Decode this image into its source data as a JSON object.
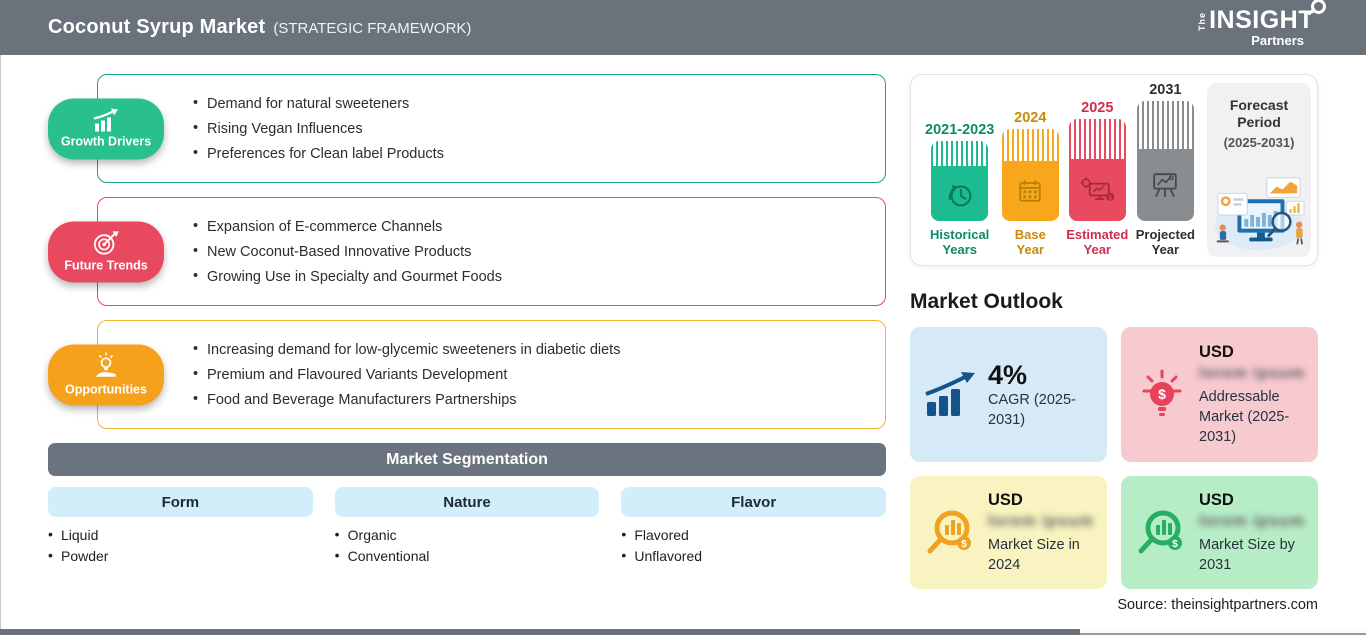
{
  "header": {
    "title": "Coconut Syrup Market",
    "subtitle": "(STRATEGIC FRAMEWORK)",
    "bg_color": "#6a737b",
    "logo": {
      "the": "The",
      "insight": "INSIGHT",
      "partners": "Partners"
    }
  },
  "framework": {
    "sections": [
      {
        "label": "Growth Drivers",
        "icon": "growth-chart-icon",
        "badge_color": "#2abf8e",
        "border_color": "#1aa58a",
        "items": [
          "Demand for natural sweeteners",
          "Rising Vegan Influences",
          "Preferences for Clean label Products"
        ]
      },
      {
        "label": "Future Trends",
        "icon": "target-dart-icon",
        "badge_color": "#e9495f",
        "border_color": "#e9495f",
        "items": [
          "Expansion of E-commerce Channels",
          "New Coconut-Based Innovative Products",
          "Growing Use in Specialty and Gourmet Foods"
        ]
      },
      {
        "label": "Opportunities",
        "icon": "bulb-hand-icon",
        "badge_color": "#f6a11c",
        "border_color": "#f0b42c",
        "items": [
          "Increasing demand for low-glycemic sweeteners in diabetic diets",
          "Premium and Flavoured Variants Development",
          "Food and Beverage Manufacturers Partnerships"
        ]
      }
    ]
  },
  "segmentation": {
    "title": "Market Segmentation",
    "bar_color": "#6b7280",
    "header_bg": "#d2eefa",
    "columns": [
      {
        "header": "Form",
        "items": [
          "Liquid",
          "Powder"
        ]
      },
      {
        "header": "Nature",
        "items": [
          "Organic",
          "Conventional"
        ]
      },
      {
        "header": "Flavor",
        "items": [
          "Flavored",
          "Unflavored"
        ]
      }
    ]
  },
  "timeline": {
    "bars": [
      {
        "year": "2021-2023",
        "caption": [
          "Historical",
          "Years"
        ],
        "color": "#1dbc90",
        "text_color": "#0d8a69",
        "icon": "history-clock-icon"
      },
      {
        "year": "2024",
        "caption": [
          "Base",
          "Year"
        ],
        "color": "#f8a61b",
        "text_color": "#c98a06",
        "icon": "calendar-icon"
      },
      {
        "year": "2025",
        "caption": [
          "Estimated",
          "Year"
        ],
        "color": "#e84a5f",
        "text_color": "#cf2f4d",
        "icon": "estimate-monitor-icon"
      },
      {
        "year": "2031",
        "caption": [
          "Projected",
          "Year"
        ],
        "color": "#8a8d90",
        "text_color": "#2f2f2f",
        "icon": "projection-screen-icon"
      }
    ],
    "forecast_panel": {
      "line1": "Forecast",
      "line2": "Period",
      "range": "(2025-2031)"
    }
  },
  "outlook": {
    "title": "Market Outlook",
    "cards": [
      {
        "value": "4%",
        "label": "CAGR (2025-2031)",
        "bg": "#d6e9f6",
        "icon": "growth-arrow-icon",
        "icon_color": "#15538a"
      },
      {
        "heading": "USD",
        "blurred_value": "lorem ipsum",
        "label": "Addressable Market (2025-2031)",
        "bg": "#f7cad0",
        "icon": "bulb-dollar-icon",
        "icon_color": "#e8435a"
      },
      {
        "heading": "USD",
        "blurred_value": "lorem ipsum",
        "label": "Market Size in 2024",
        "bg": "#f8f3c0",
        "icon": "magnifier-chart-icon",
        "icon_color": "#f0a11e"
      },
      {
        "heading": "USD",
        "blurred_value": "lorem ipsum",
        "label": "Market Size by 2031",
        "bg": "#b7edc6",
        "icon": "magnifier-chart-icon",
        "icon_color": "#27ae60"
      }
    ],
    "source": "Source: theinsightpartners.com"
  }
}
